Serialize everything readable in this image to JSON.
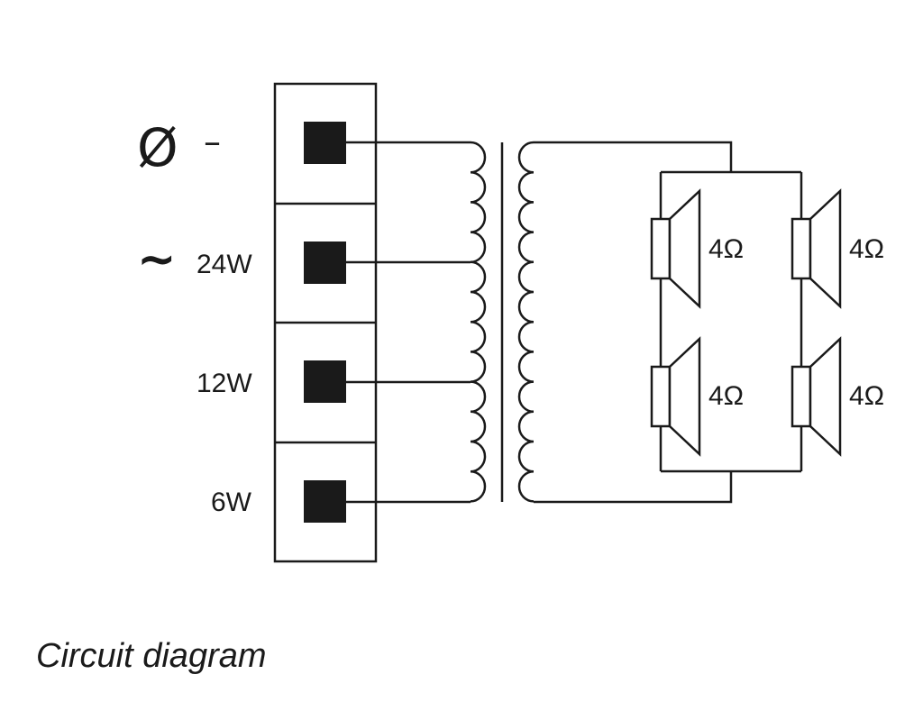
{
  "terminals": [
    {
      "symbol": "Ø",
      "label": "–"
    },
    {
      "symbol": "~",
      "label": "24W"
    },
    {
      "symbol": "",
      "label": "12W"
    },
    {
      "symbol": "",
      "label": "6W"
    }
  ],
  "speakers": [
    {
      "impedance": "4Ω"
    },
    {
      "impedance": "4Ω"
    },
    {
      "impedance": "4Ω"
    },
    {
      "impedance": "4Ω"
    }
  ],
  "caption": "Circuit diagram",
  "colors": {
    "line": "#1a1a1a",
    "background": "#ffffff"
  }
}
